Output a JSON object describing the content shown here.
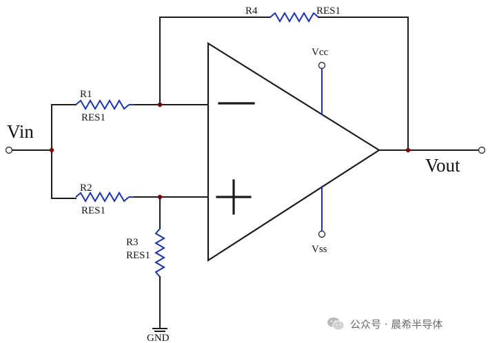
{
  "labels": {
    "vin": "Vin",
    "vout": "Vout",
    "vcc": "Vcc",
    "vss": "Vss",
    "gnd": "GND",
    "r1": "R1",
    "r1_type": "RES1",
    "r2": "R2",
    "r2_type": "RES1",
    "r3": "R3",
    "r3_type": "RES1",
    "r4": "R4",
    "r4_type": "RES1",
    "minus": "—",
    "plus": "+"
  },
  "watermark": {
    "text": "公众号 · 晨希半导体",
    "icon": "wechat-icon"
  },
  "colors": {
    "resistor": "#1530c8",
    "wire": "#1a1a1a",
    "junction": "#8b0000"
  }
}
